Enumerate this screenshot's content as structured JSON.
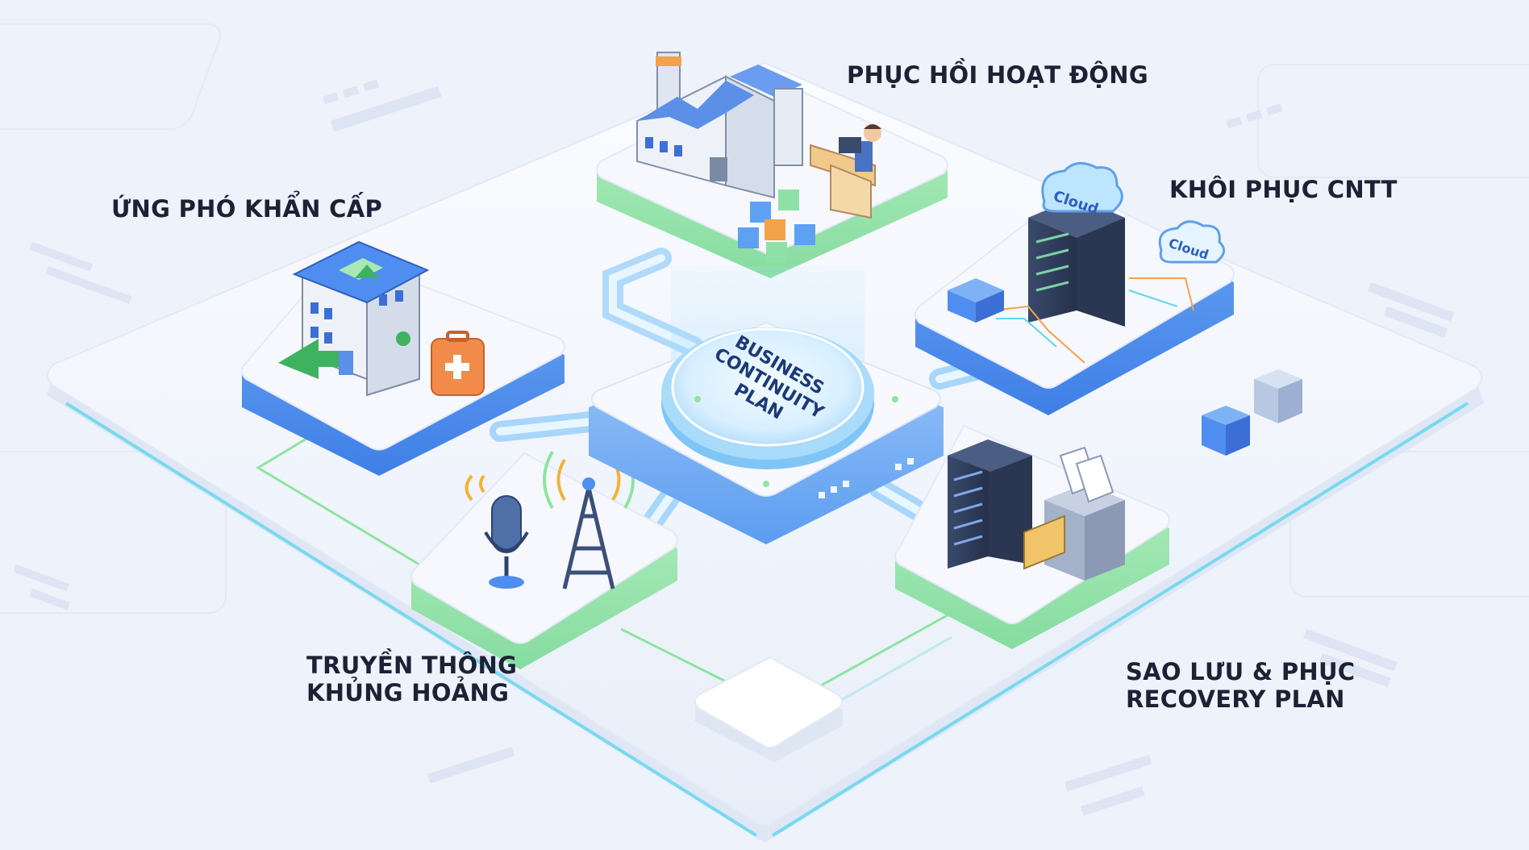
{
  "diagram": {
    "hub": {
      "line1": "BUSINESS",
      "line2": "CONTINUITY",
      "line3": "PLAN"
    },
    "nodes": {
      "operations_recovery": {
        "label": "PHỤC HỒI HOẠT ĐỘNG"
      },
      "emergency_response": {
        "label": "ỨNG PHÓ KHẨN CẤP"
      },
      "it_recovery": {
        "label": "KHÔI PHỤC CNTT"
      },
      "crisis_communication": {
        "line1": "TRUYỀN THÔNG",
        "line2": "KHỦNG HOẢNG"
      },
      "backup_recovery": {
        "line1": "SAO LƯU & PHỤC",
        "line2": "RECOVERY PLAN"
      }
    },
    "cloud_badges": [
      "Cloud",
      "Cloud"
    ]
  },
  "colors": {
    "background": "#eef2fa",
    "platform_top": "#f6f8fd",
    "accent_blue": "#4f8ef0",
    "accent_green": "#8ee4a0",
    "accent_cyan": "#5fd6ee",
    "text": "#1b2235"
  }
}
